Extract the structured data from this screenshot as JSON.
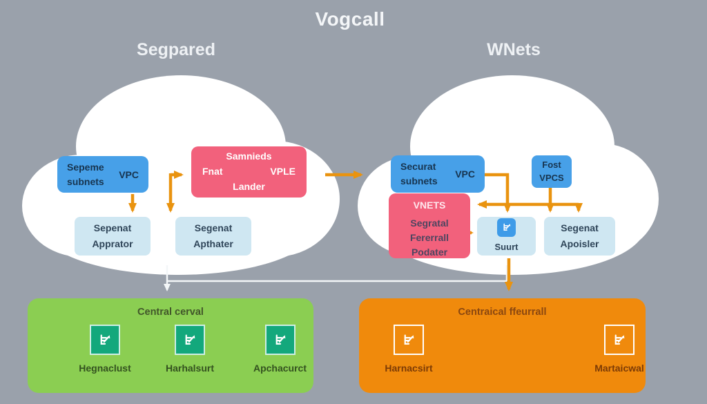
{
  "title": "Vogcall",
  "colors": {
    "background": "#9aa1ab",
    "cloud": "#ffffff",
    "blue": "#47a0e8",
    "light_blue": "#cfe7f2",
    "pink": "#f2617c",
    "green": "#8bce52",
    "orange": "#f08a0c",
    "arrow": "#e9930f",
    "teal_icon": "#13a87c"
  },
  "left_section": {
    "label": "Segpared",
    "vpc_box": {
      "line1": "Sepeme",
      "line2": "subnets",
      "tag": "VPC"
    },
    "nat_box": {
      "title": "Samnieds",
      "left": "Fnat",
      "right": "VPLE",
      "bottom": "Lander"
    },
    "subnet_box_1": {
      "line1": "Sepenat",
      "line2": "Apprator"
    },
    "subnet_box_2": {
      "line1": "Segenat",
      "line2": "Apthater"
    }
  },
  "right_section": {
    "label": "WNets",
    "vpc_box": {
      "line1": "Securat",
      "line2": "subnets",
      "tag": "VPC"
    },
    "fost_box": {
      "line1": "Fost",
      "line2": "VPCS"
    },
    "vnets_box": {
      "title": "VNETS",
      "line1": "Segratal",
      "line2": "Fererrall",
      "line3": "Podater"
    },
    "suurt_box": {
      "label": "Suurt",
      "icon": "document-export-icon"
    },
    "subnet_box": {
      "line1": "Segenat",
      "line2": "Apoisler"
    }
  },
  "bottom_left_panel": {
    "title": "Central cerval",
    "items": [
      {
        "label": "Hegnaclust",
        "icon": "document-export-icon"
      },
      {
        "label": "Harhalsurt",
        "icon": "document-export-icon"
      },
      {
        "label": "Apchacurct",
        "icon": "document-export-icon"
      }
    ]
  },
  "bottom_right_panel": {
    "title": "Centraical ffeurrall",
    "items": [
      {
        "label": "Harnacsirt",
        "icon": "document-export-icon"
      },
      {
        "label": "Martaicwal",
        "icon": "document-export-icon"
      }
    ]
  }
}
